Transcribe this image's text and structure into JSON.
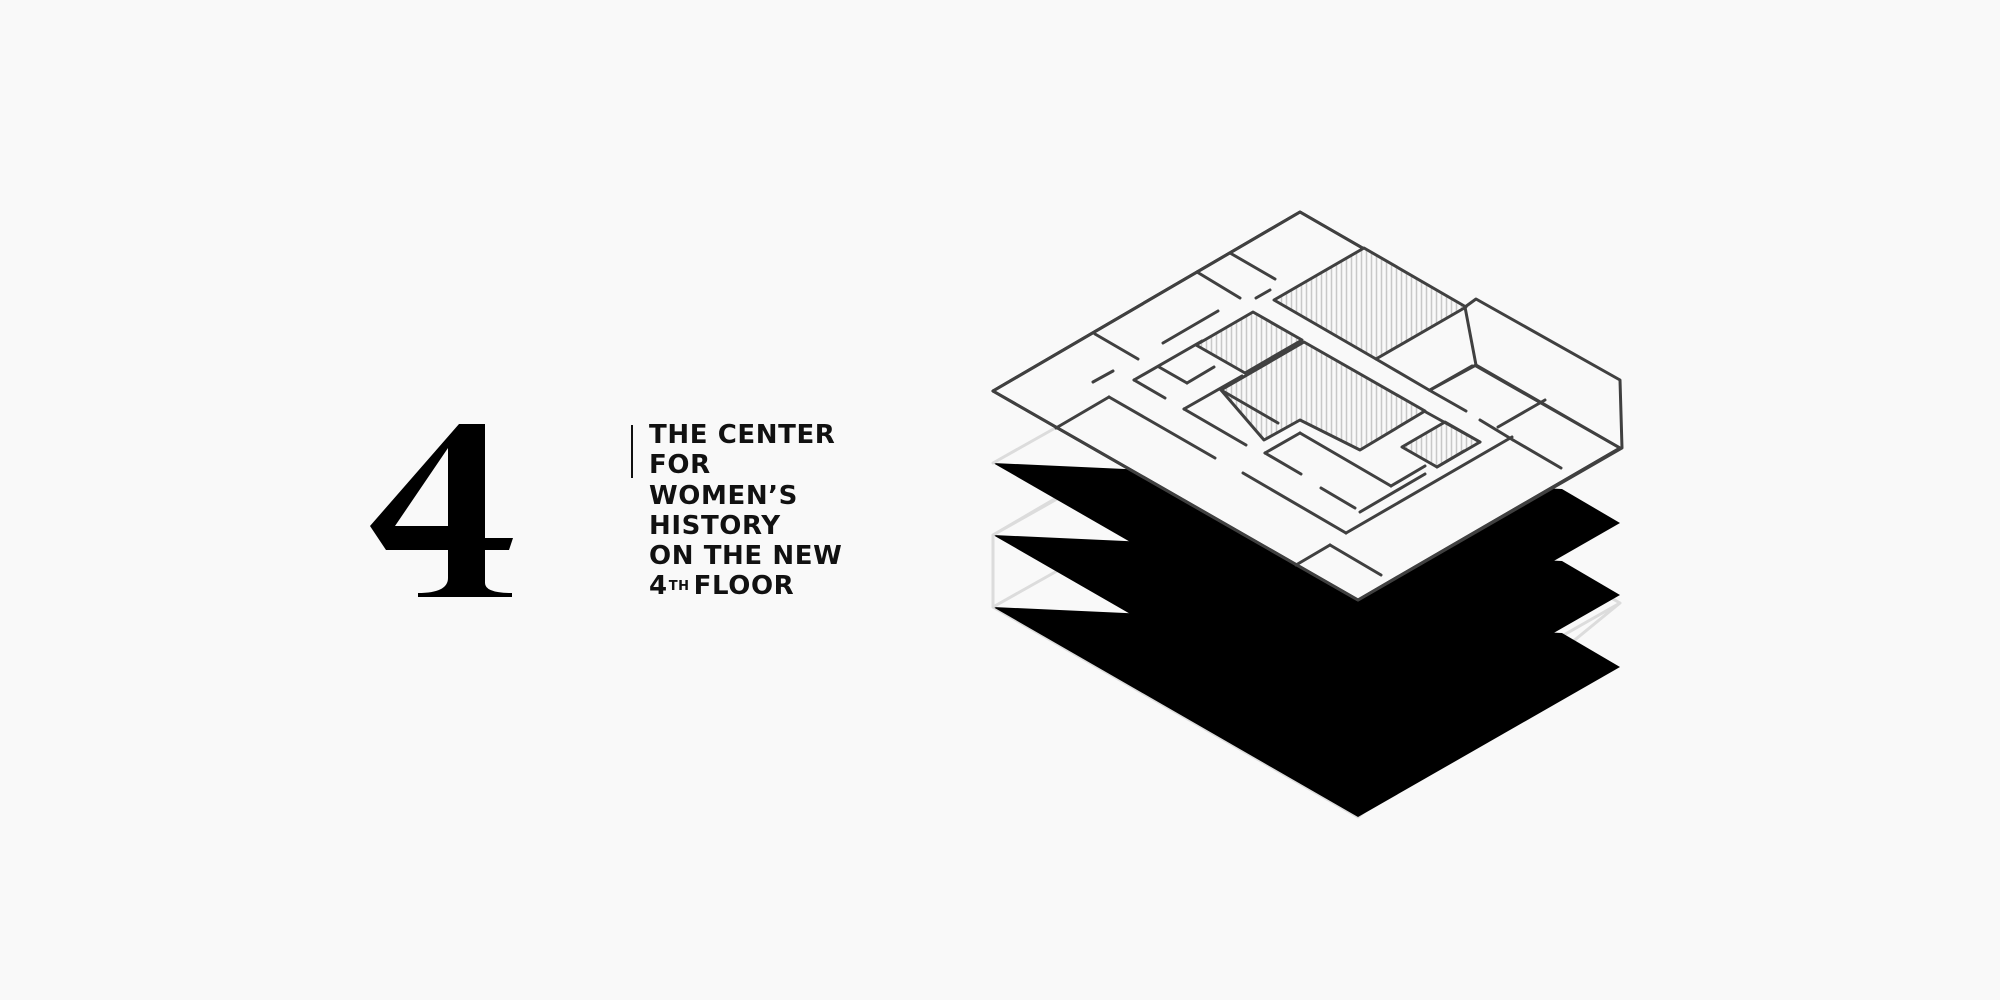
{
  "floor_number": "4",
  "caption": {
    "line1": "THE CENTER",
    "line2": "FOR",
    "line3": "WOMEN’S",
    "line4": "HISTORY",
    "line5": "ON THE NEW",
    "line6_number": "4",
    "line6_superscript": "TH",
    "line6_word": "FLOOR"
  },
  "colors": {
    "background": "#f9f9f9",
    "ink": "#111111",
    "plan_stroke": "#404040",
    "ghost_floor_stroke": "#dcdcdc",
    "hatch": "#c8c8c8"
  },
  "icons": {
    "floor_plan": "isometric-floor-plan-icon",
    "lower_floors": "stacked-floor-outline-icon"
  }
}
